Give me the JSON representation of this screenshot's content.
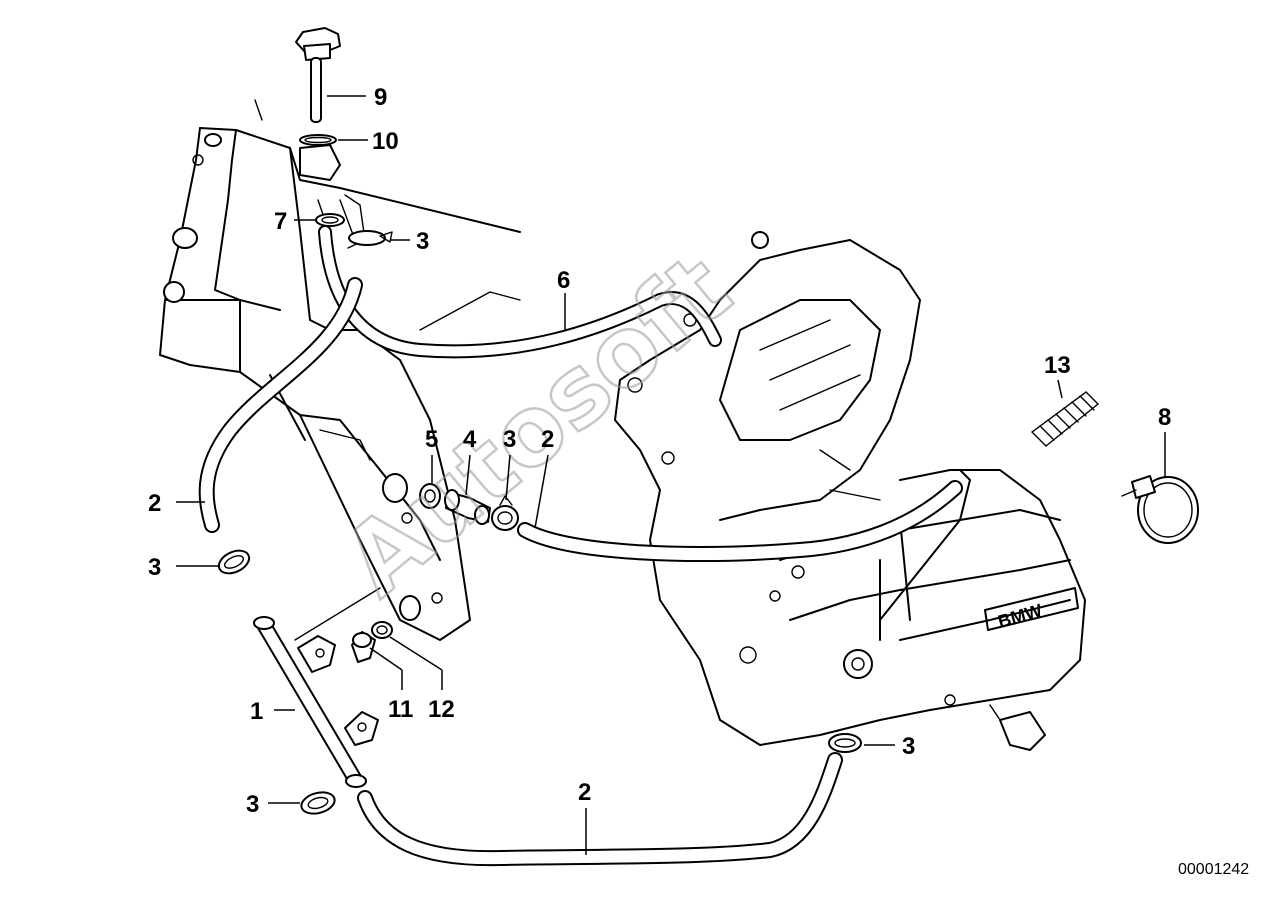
{
  "diagram": {
    "reference_number": "00001242",
    "watermark": "Autosoft",
    "labels": {
      "p1": "1",
      "p2_left": "2",
      "p2_mid": "2",
      "p2_bottom": "2",
      "p3_upper": "3",
      "p3_left": "3",
      "p3_mid": "3",
      "p3_bottom_left": "3",
      "p3_bottom_right": "3",
      "p4": "4",
      "p5": "5",
      "p6": "6",
      "p7": "7",
      "p8": "8",
      "p9": "9",
      "p10": "10",
      "p11": "11",
      "p12": "12",
      "p13": "13"
    },
    "engine_badge": "BMW"
  }
}
